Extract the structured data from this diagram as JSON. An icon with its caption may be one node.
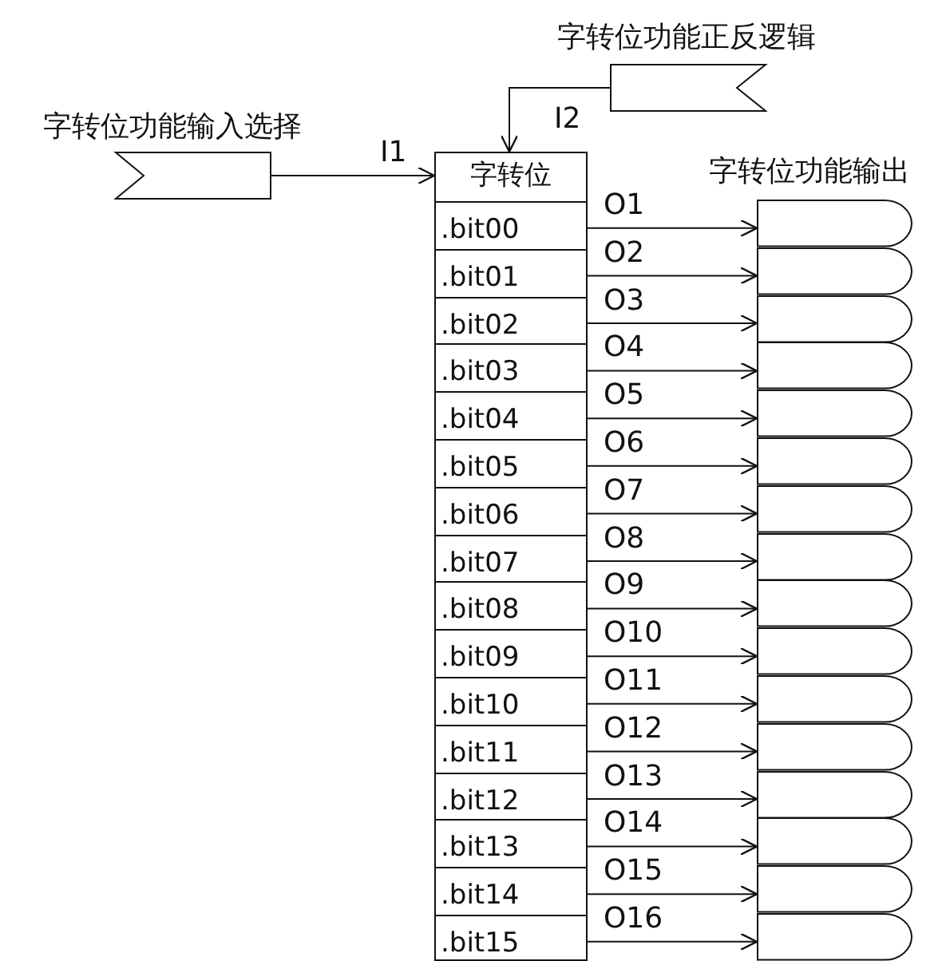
{
  "diagram": {
    "nodes": [
      {
        "text": [
          "字转位功能输入选择"
        ]
      },
      {
        "text": [
          "字转位功能正反逻辑"
        ]
      },
      {
        "text": [
          "字转位"
        ]
      },
      {
        "text": [
          ".bit00"
        ],
        "in": 2
      },
      {
        "text": [
          ".bit01"
        ],
        "in": 2
      },
      {
        "text": [
          ".bit02"
        ],
        "in": 2
      },
      {
        "text": [
          ".bit03"
        ],
        "in": 2
      },
      {
        "text": [
          ".bit04"
        ],
        "in": 2
      },
      {
        "text": [
          ".bit05"
        ],
        "in": 2
      },
      {
        "text": [
          ".bit06"
        ],
        "in": 2
      },
      {
        "text": [
          ".bit07"
        ],
        "in": 2
      },
      {
        "text": [
          ".bit08"
        ],
        "in": 2
      },
      {
        "text": [
          ".bit09"
        ],
        "in": 2
      },
      {
        "text": [
          ".bit10"
        ],
        "in": 2
      },
      {
        "text": [
          ".bit11"
        ],
        "in": 2
      },
      {
        "text": [
          ".bit12"
        ],
        "in": 2
      },
      {
        "text": [
          ".bit13"
        ],
        "in": 2
      },
      {
        "text": [
          ".bit14"
        ],
        "in": 2
      },
      {
        "text": [
          ".bit15"
        ],
        "in": 2
      },
      {
        "text": [],
        "shape": "box"
      },
      {
        "text": [],
        "shape": "box"
      },
      {
        "text": [],
        "shape": "box"
      },
      {
        "text": [],
        "shape": "box"
      },
      {
        "text": [],
        "shape": "box"
      },
      {
        "text": [],
        "shape": "box"
      },
      {
        "text": [],
        "shape": "box"
      },
      {
        "text": [],
        "shape": "box"
      },
      {
        "text": [],
        "shape": "box"
      },
      {
        "text": [],
        "shape": "box"
      },
      {
        "text": [],
        "shape": "box"
      },
      {
        "text": [],
        "shape": "box"
      },
      {
        "text": [],
        "shape": "box"
      },
      {
        "text": [],
        "shape": "box"
      },
      {
        "text": [],
        "shape": "box"
      },
      {
        "text": [],
        "shape": "box"
      }
    ],
    "edges": [
      {
        "from": 0,
        "to": 2,
        "arrow": "to",
        "label": "I1"
      },
      {
        "from": 1,
        "to": 2,
        "arrow": "to",
        "label": "I2"
      },
      {
        "from": 3,
        "to": 19,
        "arrow": "to",
        "label": "O1"
      },
      {
        "from": 4,
        "to": 20,
        "arrow": "to",
        "label": "O2"
      },
      {
        "from": 5,
        "to": 21,
        "arrow": "to",
        "label": "O3"
      },
      {
        "from": 6,
        "to": 22,
        "arrow": "to",
        "label": "O4"
      },
      {
        "from": 7,
        "to": 23,
        "arrow": "to",
        "label": "O5"
      },
      {
        "from": 8,
        "to": 24,
        "arrow": "to",
        "label": "O6"
      },
      {
        "from": 9,
        "to": 25,
        "arrow": "to",
        "label": "O7"
      },
      {
        "from": 10,
        "to": 26,
        "arrow": "to",
        "label": "O8"
      },
      {
        "from": 11,
        "to": 27,
        "arrow": "to",
        "label": "O9"
      },
      {
        "from": 12,
        "to": 28,
        "arrow": "to",
        "label": "O10"
      },
      {
        "from": 13,
        "to": 29,
        "arrow": "to",
        "label": "O11"
      },
      {
        "from": 14,
        "to": 30,
        "arrow": "to",
        "label": "O12"
      },
      {
        "from": 15,
        "to": 31,
        "arrow": "to",
        "label": "O13"
      },
      {
        "from": 16,
        "to": 32,
        "arrow": "to",
        "label": "O14"
      },
      {
        "from": 17,
        "to": 33,
        "arrow": "to",
        "label": "O15"
      },
      {
        "from": 18,
        "to": 34,
        "arrow": "to",
        "label": "O16"
      }
    ],
    "labels": [
      "字转位功能输出"
    ]
  }
}
